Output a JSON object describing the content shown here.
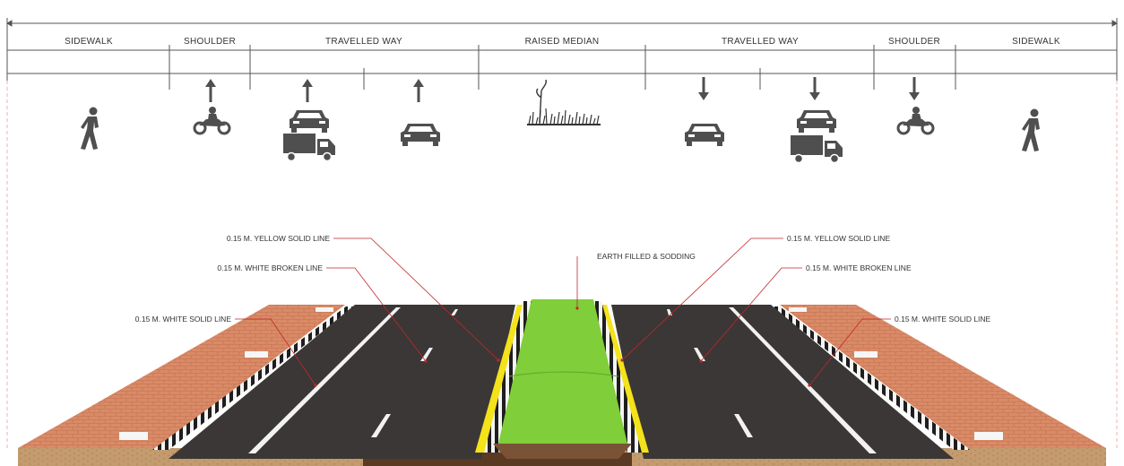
{
  "sections": [
    {
      "label": "SIDEWALK",
      "icon": "pedestrian-icon",
      "direction": "none"
    },
    {
      "label": "SHOULDER",
      "icon": "motorcycle-icon",
      "direction": "up"
    },
    {
      "label": "TRAVELLED WAY",
      "icon": "car-truck-icon",
      "direction": "up"
    },
    {
      "label": "RAISED MEDIAN",
      "icon": "grass-icon",
      "direction": "none"
    },
    {
      "label": "TRAVELLED WAY",
      "icon": "car-truck-icon",
      "direction": "down"
    },
    {
      "label": "SHOULDER",
      "icon": "motorcycle-icon",
      "direction": "down"
    },
    {
      "label": "SIDEWALK",
      "icon": "pedestrian-icon",
      "direction": "none"
    }
  ],
  "callouts": {
    "left_yellow": "0.15 M. YELLOW SOLID LINE",
    "left_white_broken": "0.15 M. WHITE BROKEN LINE",
    "left_white_solid": "0.15 M. WHITE SOLID LINE",
    "median": "EARTH FILLED & SODDING",
    "right_yellow": "0.15 M. YELLOW SOLID LINE",
    "right_white_broken": "0.15 M. WHITE BROKEN LINE",
    "right_white_solid": "0.15 M. WHITE SOLID LINE"
  },
  "colors": {
    "asphalt": "#3b3736",
    "sidewalk": "#d98a66",
    "grass": "#7fce3a",
    "yellow_line": "#f4e21a",
    "leader": "#c0262b",
    "icon": "#555555"
  }
}
